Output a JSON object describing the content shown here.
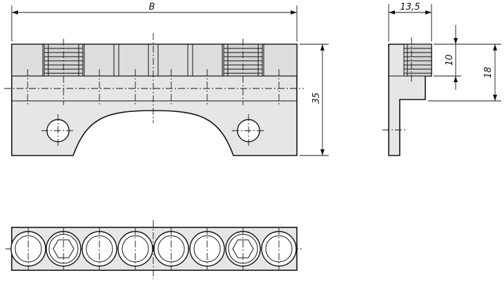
{
  "dimensions": {
    "width_label": "B",
    "height_label": "35",
    "side_width_label": "13,5",
    "thread_depth_label": "10",
    "side_height_label": "18"
  },
  "colors": {
    "line": "#111111",
    "fill": "#e6e6e6",
    "thread": "#d4d4d4"
  }
}
